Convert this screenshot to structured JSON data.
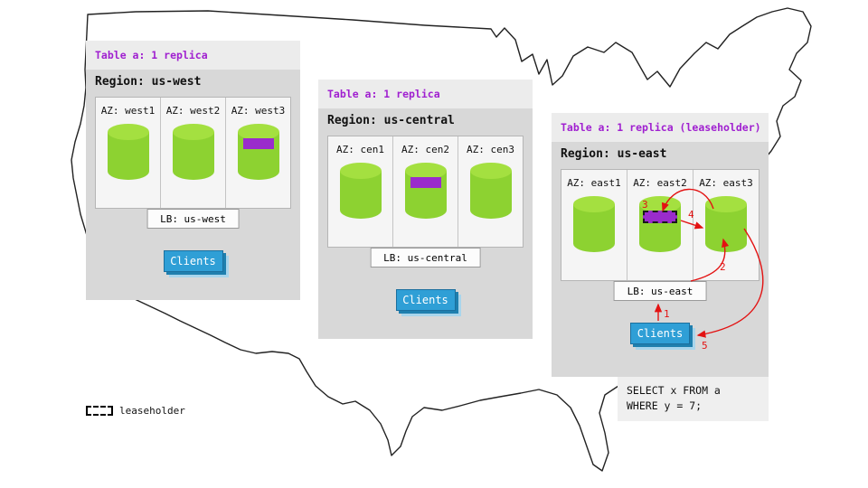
{
  "regions": [
    {
      "table_label": "Table a: 1 replica",
      "region_label": "Region: us-west",
      "lb_label": "LB: us-west",
      "clients_label": "Clients",
      "azs": [
        {
          "label": "AZ: west1",
          "replica": false
        },
        {
          "label": "AZ: west2",
          "replica": false
        },
        {
          "label": "AZ: west3",
          "replica": true,
          "leaseholder": false
        }
      ]
    },
    {
      "table_label": "Table a: 1 replica",
      "region_label": "Region: us-central",
      "lb_label": "LB: us-central",
      "clients_label": "Clients",
      "azs": [
        {
          "label": "AZ: cen1",
          "replica": false
        },
        {
          "label": "AZ: cen2",
          "replica": true,
          "leaseholder": false
        },
        {
          "label": "AZ: cen3",
          "replica": false
        }
      ]
    },
    {
      "table_label": "Table a: 1 replica (leaseholder)",
      "region_label": "Region: us-east",
      "lb_label": "LB: us-east",
      "clients_label": "Clients",
      "azs": [
        {
          "label": "AZ: east1",
          "replica": false
        },
        {
          "label": "AZ: east2",
          "replica": true,
          "leaseholder": true
        },
        {
          "label": "AZ: east3",
          "replica": false
        }
      ]
    }
  ],
  "query_box": {
    "line1": "SELECT x FROM a",
    "line2": "WHERE y = 7;"
  },
  "arrows": {
    "n1": "1",
    "n2": "2",
    "n3": "3",
    "n4": "4",
    "n5": "5"
  },
  "legend": {
    "label": "leaseholder"
  },
  "colors": {
    "replica_green": "#8dd231",
    "replica_purple": "#9a2ccc",
    "clients_blue": "#2f9fd6",
    "table_label_purple": "#a020d0",
    "arrow_red": "#e31212",
    "panel_gray": "#d8d8d8"
  }
}
